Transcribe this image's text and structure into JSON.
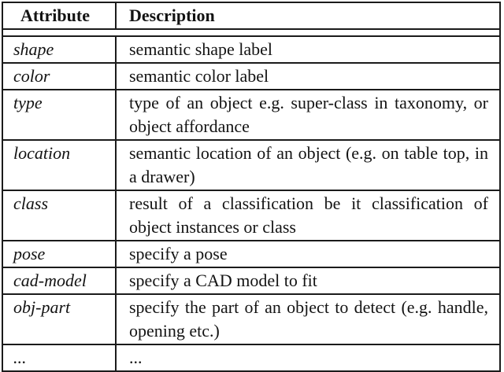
{
  "table": {
    "type": "table",
    "columns": [
      {
        "key": "attribute",
        "label": "Attribute"
      },
      {
        "key": "description",
        "label": "Description"
      }
    ],
    "rows": [
      {
        "attribute": "shape",
        "description": "semantic shape label"
      },
      {
        "attribute": "color",
        "description": "semantic color label"
      },
      {
        "attribute": "type",
        "description": "type of an object e.g. super-class in taxonomy, or object affordance"
      },
      {
        "attribute": "location",
        "description": "semantic location of an object (e.g. on table top, in a drawer)"
      },
      {
        "attribute": "class",
        "description": "result of a classification be it classification of object instances or class"
      },
      {
        "attribute": "pose",
        "description": "specify a pose"
      },
      {
        "attribute": "cad-model",
        "description": "specify a CAD model to fit"
      },
      {
        "attribute": "obj-part",
        "description": "specify the part of an object to detect (e.g. handle, opening etc.)"
      },
      {
        "attribute": "...",
        "description": "..."
      }
    ],
    "colors": {
      "text": "#131313",
      "border": "#1b1b1b",
      "background": "#ffffff"
    }
  }
}
